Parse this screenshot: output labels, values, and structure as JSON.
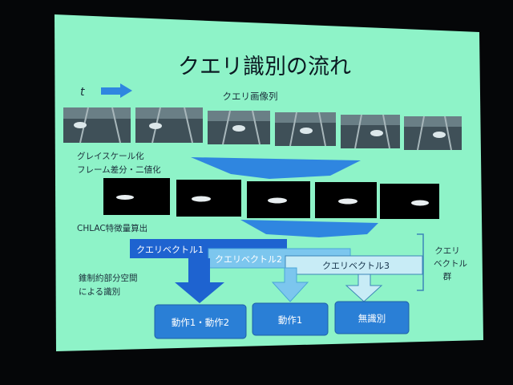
{
  "slide": {
    "title": "クエリ識別の流れ",
    "time_label": "t",
    "query_sequence_label": "クエリ画像列",
    "step1_line1": "グレイスケール化",
    "step1_line2": "フレーム差分・二値化",
    "step2": "CHLAC特徴量算出",
    "vectors": [
      "クエリベクトル1",
      "クエリベクトル2",
      "クエリベクトル3"
    ],
    "vector_group_label": [
      "クエリ",
      "ベクトル",
      "群"
    ],
    "method_line1": "錐制約部分空間",
    "method_line2": "による識別",
    "results": [
      "動作1・動作2",
      "動作1",
      "無識別"
    ]
  },
  "colors": {
    "screen_bg": "#050608",
    "slide_bg": "#8ef3c8",
    "arrow_blue": "#2f86e0",
    "box_blue": "#2a7fd6",
    "vector1_fill": "#1e63d0",
    "vector2_fill": "#7cc6ee",
    "vector3_fill": "#c8ecf6"
  }
}
